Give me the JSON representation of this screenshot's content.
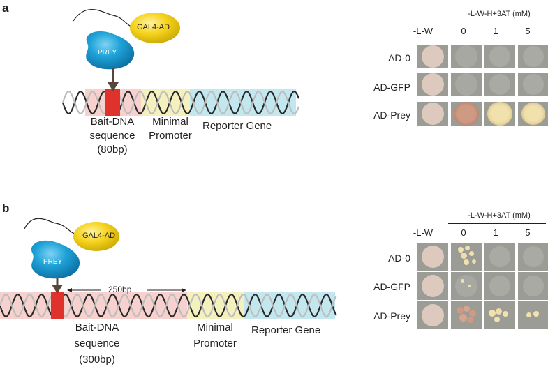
{
  "panels": [
    {
      "letter": "a",
      "gal4": "GAL4-AD",
      "prey": "PREY",
      "bait_lines": [
        "Bait-DNA",
        "sequence",
        "(80bp)"
      ],
      "promoter_lines": [
        "Minimal",
        "Promoter"
      ],
      "reporter": "Reporter Gene",
      "condition": "-L-W-H+3AT (mM)",
      "columns": [
        "-L-W",
        "0",
        "1",
        "5"
      ],
      "rows": [
        "AD-0",
        "AD-GFP",
        "AD-Prey"
      ]
    },
    {
      "letter": "b",
      "gal4": "GAL4-AD",
      "prey": "PREY",
      "distance": "250bp",
      "bait_lines": [
        "Bait-DNA",
        "sequence",
        "(300bp)"
      ],
      "promoter_lines": [
        "Minimal",
        "Promoter"
      ],
      "reporter": "Reporter Gene",
      "condition": "-L-W-H+3AT (mM)",
      "columns": [
        "-L-W",
        "0",
        "1",
        "5"
      ],
      "rows": [
        "AD-0",
        "AD-GFP",
        "AD-Prey"
      ]
    }
  ],
  "colors": {
    "bait_region": "#f4c6c0",
    "bait_core": "#e0322c",
    "promoter_region": "#f3efb4",
    "reporter_region": "#b9e3ec",
    "prey": "#1fa3d8",
    "gal4": "#f5d21b",
    "strand_dark": "#2b2b2b",
    "strand_light": "#bdbdbd",
    "plate": "#9b9c96",
    "colony_lw": "#ddc9bd",
    "colony_pink": "#cf9a84",
    "colony_cream": "#f1e1ad"
  }
}
